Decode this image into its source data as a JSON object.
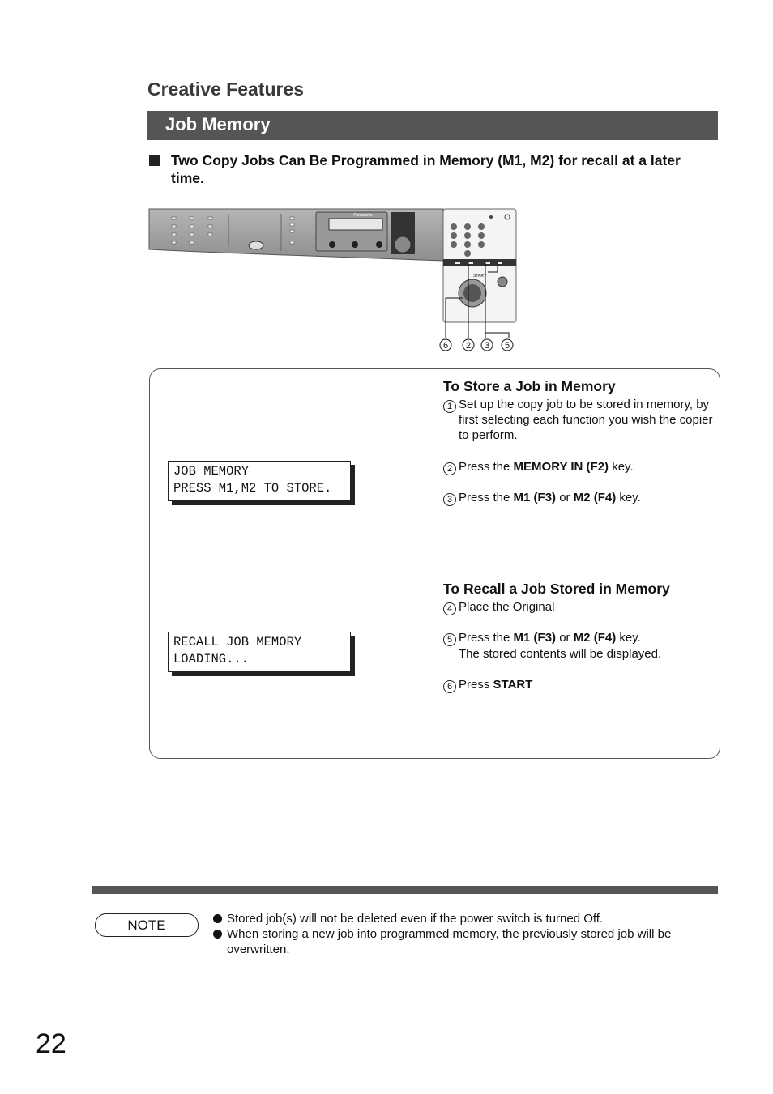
{
  "header": {
    "section": "Creative Features",
    "bar_title": "Job Memory"
  },
  "headline": "Two Copy Jobs Can Be Programmed in Memory (M1, M2) for recall at a later time.",
  "panel": {
    "brand": "Panasonic",
    "start_label": "START",
    "callouts": [
      "6",
      "2",
      "3",
      "5"
    ]
  },
  "lcd_store": [
    "JOB MEMORY",
    "PRESS M1,M2 TO STORE."
  ],
  "lcd_recall": [
    "RECALL JOB MEMORY",
    "LOADING..."
  ],
  "store": {
    "title": "To Store a Job in Memory",
    "steps": [
      {
        "num": "1",
        "text": "Set up the copy job to be stored in memory, by first selecting each function you wish the copier to perform."
      },
      {
        "num": "2",
        "pre": "Press the ",
        "bold": "MEMORY IN (F2)",
        "post": " key."
      },
      {
        "num": "3",
        "pre": "Press the ",
        "bold": "M1 (F3)",
        "mid": " or ",
        "bold2": "M2 (F4)",
        "post": " key."
      }
    ]
  },
  "recall": {
    "title": "To Recall a Job Stored in Memory",
    "steps": [
      {
        "num": "4",
        "text": "Place the Original"
      },
      {
        "num": "5",
        "pre": "Press the ",
        "bold": "M1 (F3)",
        "mid": " or ",
        "bold2": "M2 (F4)",
        "post": " key.",
        "line2": "The stored contents will be displayed."
      },
      {
        "num": "6",
        "pre": "Press ",
        "bold": "START"
      }
    ]
  },
  "note": {
    "label": "NOTE",
    "items": [
      "Stored job(s) will not be deleted even if the power switch is turned Off.",
      "When storing a new job into programmed memory, the previously stored job will be overwritten."
    ]
  },
  "page_number": "22"
}
